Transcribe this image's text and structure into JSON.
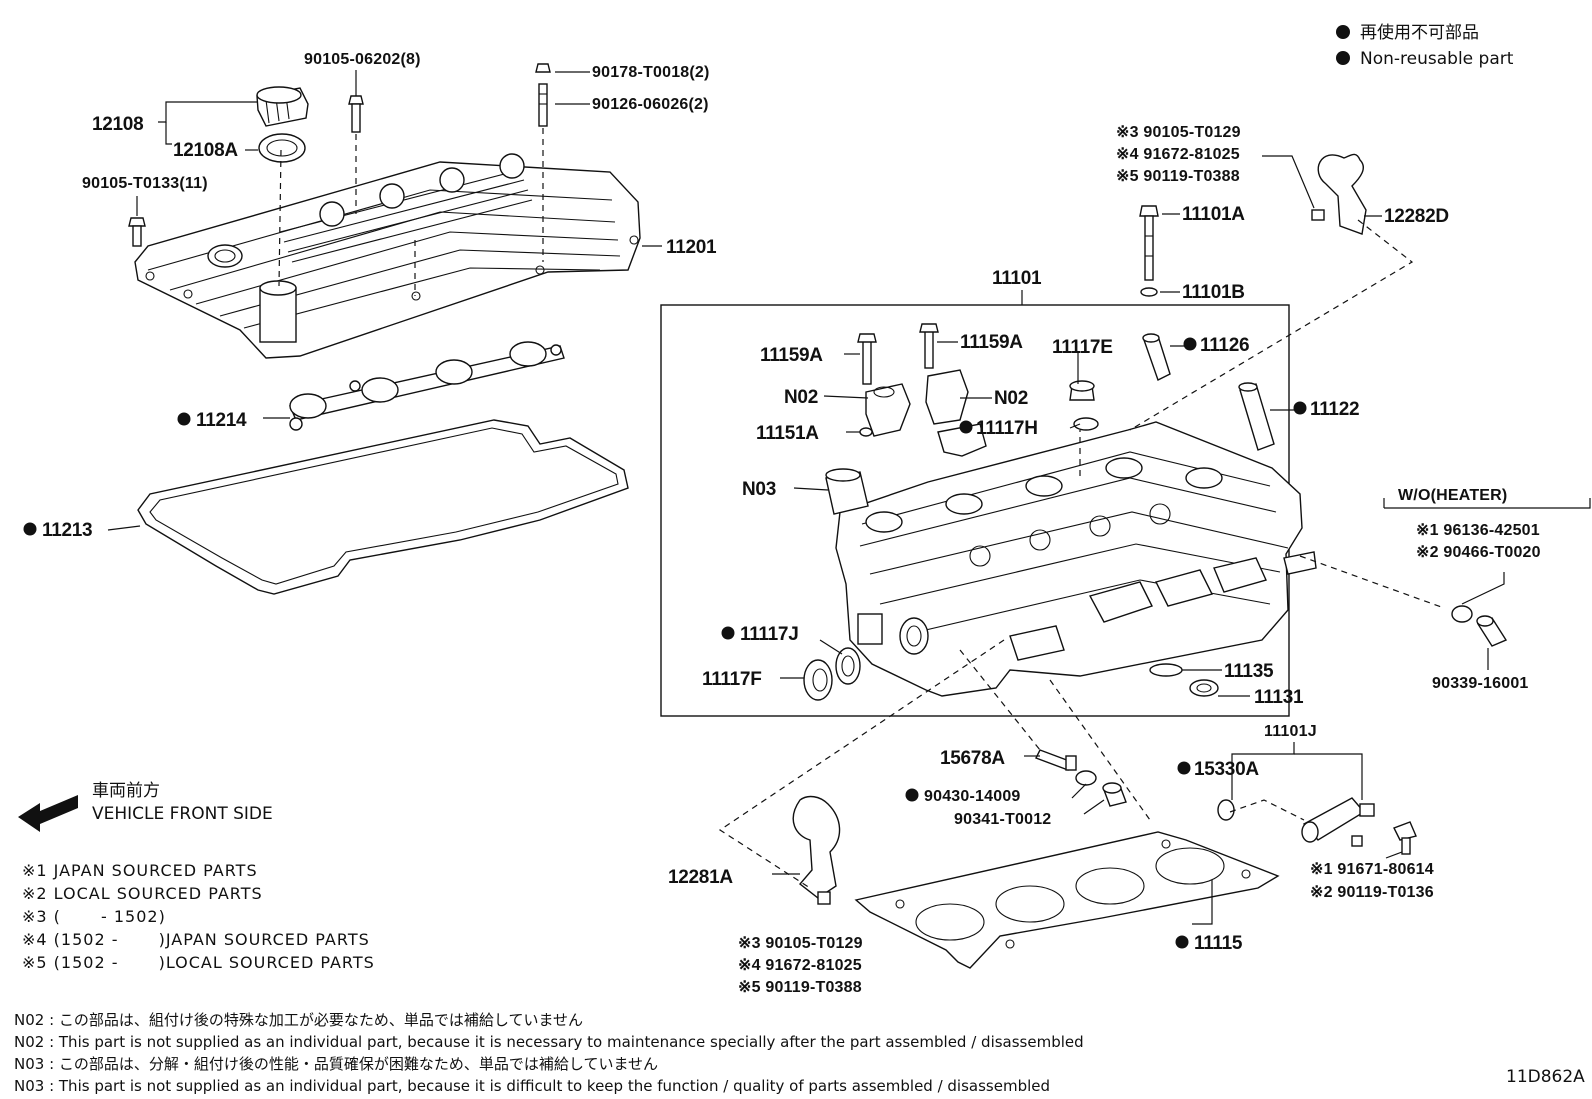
{
  "legend": {
    "line1": "再使用不可部品",
    "line2": "Non-reusable part"
  },
  "labels": {
    "p12108": "12108",
    "p12108A": "12108A",
    "p90105_06202": "90105-06202(8)",
    "p90178_T0018": "90178-T0018(2)",
    "p90126_06026": "90126-06026(2)",
    "p90105_T0133": "90105-T0133(11)",
    "p11201": "11201",
    "p11214": "11214",
    "p11213": "11213",
    "p11101": "11101",
    "p11101A": "11101A",
    "p11101B": "11101B",
    "p12282D": "12282D",
    "ref12282_1": "※3 90105-T0129",
    "ref12282_2": "※4 91672-81025",
    "ref12282_3": "※5 90119-T0388",
    "p11159A_left": "11159A",
    "p11159A_right": "11159A",
    "pN02_left": "N02",
    "pN02_right": "N02",
    "p11151A": "11151A",
    "p11117E": "11117E",
    "p11117H": "11117H",
    "p11126": "11126",
    "p11122": "11122",
    "pN03": "N03",
    "p11117J": "11117J",
    "p11117F": "11117F",
    "p11135": "11135",
    "p11131": "11131",
    "heater_title": "W/O(HEATER)",
    "heater_1": "※1 96136-42501",
    "heater_2": "※2 90466-T0020",
    "p90339_16001": "90339-16001",
    "p11101J": "11101J",
    "p15678A": "15678A",
    "p15330A": "15330A",
    "p90430_14009": "90430-14009",
    "p90341_T0012": "90341-T0012",
    "ocv_1": "※1 91671-80614",
    "ocv_2": "※2 90119-T0136",
    "p12281A": "12281A",
    "ref12281_1": "※3 90105-T0129",
    "ref12281_2": "※4 91672-81025",
    "ref12281_3": "※5 90119-T0388",
    "p11115": "11115"
  },
  "front": {
    "jp": "車両前方",
    "en": "VEHICLE FRONT SIDE"
  },
  "notes": [
    "※1 JAPAN SOURCED PARTS",
    "※2 LOCAL SOURCED PARTS",
    "※3 (　　 - 1502)",
    "※4 (1502 -　　 )JAPAN SOURCED PARTS",
    "※5 (1502 -　　 )LOCAL SOURCED PARTS"
  ],
  "footnotes": [
    "N02 : この部品は、組付け後の特殊な加工が必要なため、単品では補給していません",
    "N02 : This part is not supplied as an individual part, because it is necessary to maintenance specially after the part assembled / disassembled",
    "N03 : この部品は、分解・組付け後の性能・品質確保が困難なため、単品では補給していません",
    "N03 : This part is not supplied as an individual part, because it is difficult to keep the function / quality of parts  assembled / disassembled"
  ],
  "diagram_code": "11D862A"
}
